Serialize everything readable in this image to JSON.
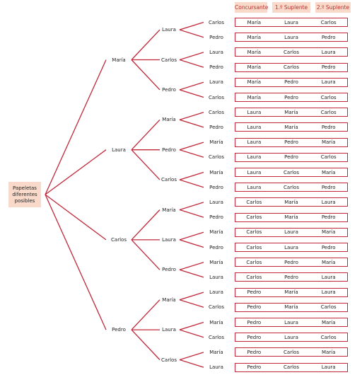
{
  "headers": [
    "Concursante",
    "1.º Suplente",
    "2.º Suplente"
  ],
  "root_label": "Papeletas diferentes posibles",
  "colors": {
    "line": "#c0283a",
    "header_bg": "#f9d9c9",
    "header_text": "#b8312f"
  },
  "tree": [
    {
      "name": "María",
      "children": [
        {
          "name": "Laura",
          "children": [
            "Carlos",
            "Pedro"
          ]
        },
        {
          "name": "Carlos",
          "children": [
            "Laura",
            "Pedro"
          ]
        },
        {
          "name": "Pedro",
          "children": [
            "Laura",
            "Carlos"
          ]
        }
      ]
    },
    {
      "name": "Laura",
      "children": [
        {
          "name": "María",
          "children": [
            "Carlos",
            "Pedro"
          ]
        },
        {
          "name": "Pedro",
          "children": [
            "María",
            "Carlos"
          ]
        },
        {
          "name": "Carlos",
          "children": [
            "María",
            "Pedro"
          ]
        }
      ]
    },
    {
      "name": "Carlos",
      "children": [
        {
          "name": "María",
          "children": [
            "Laura",
            "Pedro"
          ]
        },
        {
          "name": "Laura",
          "children": [
            "María",
            "Pedro"
          ]
        },
        {
          "name": "Pedro",
          "children": [
            "María",
            "Laura"
          ]
        }
      ]
    },
    {
      "name": "Pedro",
      "children": [
        {
          "name": "María",
          "children": [
            "Laura",
            "Carlos"
          ]
        },
        {
          "name": "Laura",
          "children": [
            "María",
            "Carlos"
          ]
        },
        {
          "name": "Carlos",
          "children": [
            "María",
            "Laura"
          ]
        }
      ]
    }
  ],
  "rows": [
    [
      "María",
      "Laura",
      "Carlos"
    ],
    [
      "María",
      "Laura",
      "Pedro"
    ],
    [
      "María",
      "Carlos",
      "Laura"
    ],
    [
      "María",
      "Carlos",
      "Pedro"
    ],
    [
      "María",
      "Pedro",
      "Laura"
    ],
    [
      "María",
      "Pedro",
      "Carlos"
    ],
    [
      "Laura",
      "María",
      "Carlos"
    ],
    [
      "Laura",
      "María",
      "Pedro"
    ],
    [
      "Laura",
      "Pedro",
      "María"
    ],
    [
      "Laura",
      "Pedro",
      "Carlos"
    ],
    [
      "Laura",
      "Carlos",
      "María"
    ],
    [
      "Laura",
      "Carlos",
      "Pedro"
    ],
    [
      "Carlos",
      "María",
      "Laura"
    ],
    [
      "Carlos",
      "María",
      "Pedro"
    ],
    [
      "Carlos",
      "Laura",
      "María"
    ],
    [
      "Carlos",
      "Laura",
      "Pedro"
    ],
    [
      "Carlos",
      "Pedro",
      "María"
    ],
    [
      "Carlos",
      "Pedro",
      "Laura"
    ],
    [
      "Pedro",
      "María",
      "Laura"
    ],
    [
      "Pedro",
      "María",
      "Carlos"
    ],
    [
      "Pedro",
      "Laura",
      "María"
    ],
    [
      "Pedro",
      "Laura",
      "Carlos"
    ],
    [
      "Pedro",
      "Carlos",
      "María"
    ],
    [
      "Pedro",
      "Carlos",
      "Laura"
    ]
  ]
}
